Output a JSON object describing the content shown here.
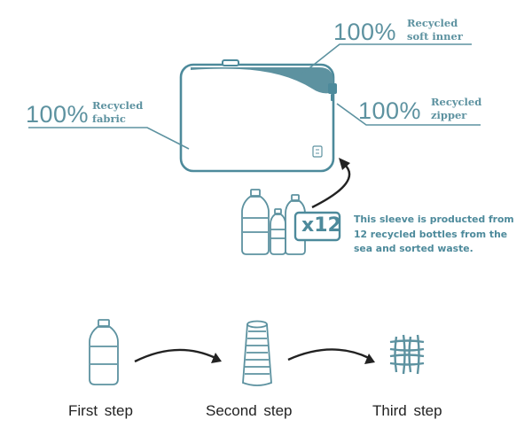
{
  "callouts": {
    "soft_inner": {
      "percent": "100%",
      "line1": "Recycled",
      "line2": "soft inner"
    },
    "fabric": {
      "percent": "100%",
      "line1": "Recycled",
      "line2": "fabric"
    },
    "zipper": {
      "percent": "100%",
      "line1": "Recycled",
      "line2": "zipper"
    }
  },
  "bottles": {
    "multiplier": "x12",
    "description": [
      "This sleeve is producted from",
      "12 recycled bottles from the",
      "sea and sorted waste."
    ]
  },
  "steps": [
    {
      "label": "First step",
      "icon": "bottle-icon"
    },
    {
      "label": "Second  step",
      "icon": "yarn-spool-icon"
    },
    {
      "label": "Third  step",
      "icon": "woven-fabric-icon"
    }
  ],
  "colors": {
    "accent": "#5d92a0",
    "dark_teal": "#4d8a9b",
    "text": "#222222"
  }
}
